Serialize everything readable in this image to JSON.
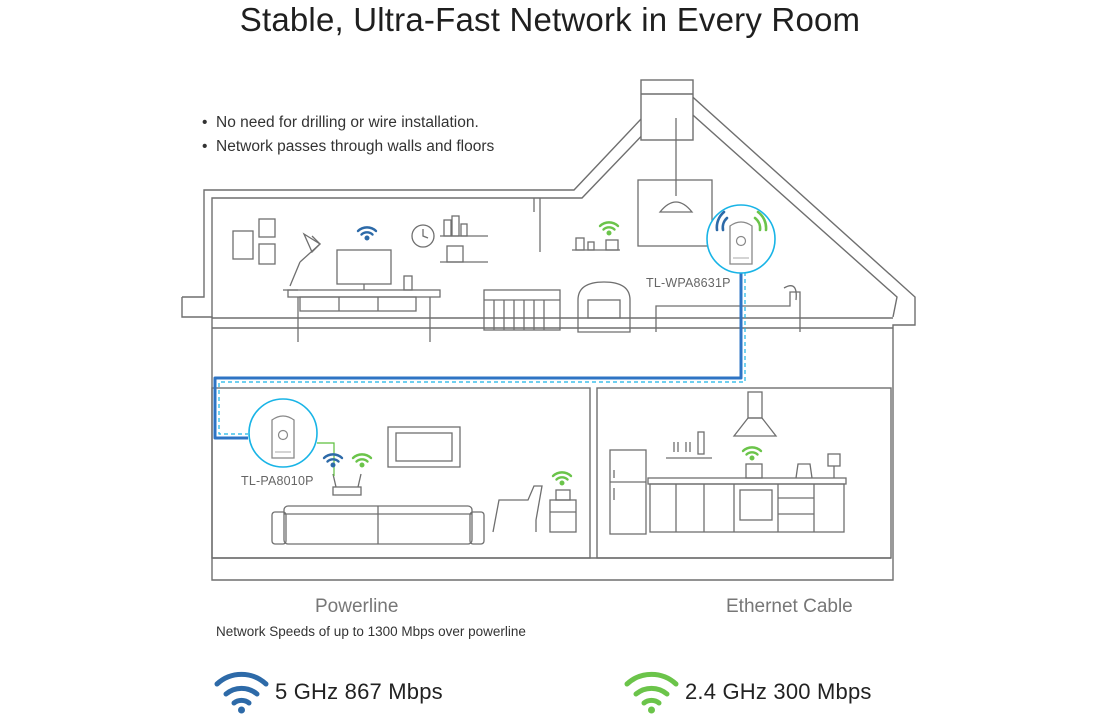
{
  "title": "Stable, Ultra-Fast Network in Every Room",
  "bullets": [
    "No need for drilling or wire installation.",
    "Network passes through walls and floors"
  ],
  "bullet_marker": "•",
  "devices": {
    "upper": "TL-WPA8631P",
    "lower": "TL-PA8010P"
  },
  "legend": {
    "powerline": "Powerline",
    "ethernet": "Ethernet Cable",
    "note": "Network Speeds of up to 1300 Mbps over powerline"
  },
  "bands": {
    "five": "5 GHz  867 Mbps",
    "two_four": "2.4 GHz  300 Mbps"
  },
  "colors": {
    "powerline_blue": "#2e74c4",
    "ethernet_green": "#5cbf3c",
    "wifi_blue": "#2d6aa8",
    "wifi_green": "#6bc44a",
    "outline": "#6f6f6f",
    "cyan_line": "#19b4e6"
  },
  "icons": [
    "wifi-icon",
    "clock-icon",
    "lamp-icon",
    "monitor-icon",
    "fridge-icon",
    "range-hood-icon",
    "sofa-icon",
    "tv-icon",
    "router-icon",
    "plug-adapter-icon"
  ]
}
